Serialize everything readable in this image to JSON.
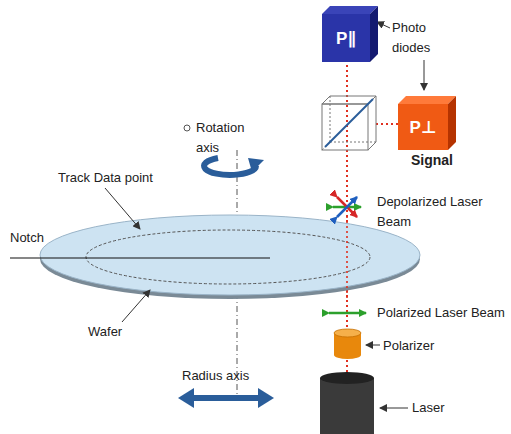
{
  "diagram": {
    "nodes": [
      {
        "text": [
          "P∥"
        ]
      },
      {
        "text": [
          "P⊥"
        ]
      }
    ],
    "labels": [
      "Photo diodes",
      "Signal",
      "Rotation axis",
      "Track Data point",
      "Notch",
      "Wafer",
      "Depolarized Laser Beam",
      "Polarized Laser Beam",
      "Polarizer",
      "Radius axis",
      "Laser"
    ]
  }
}
